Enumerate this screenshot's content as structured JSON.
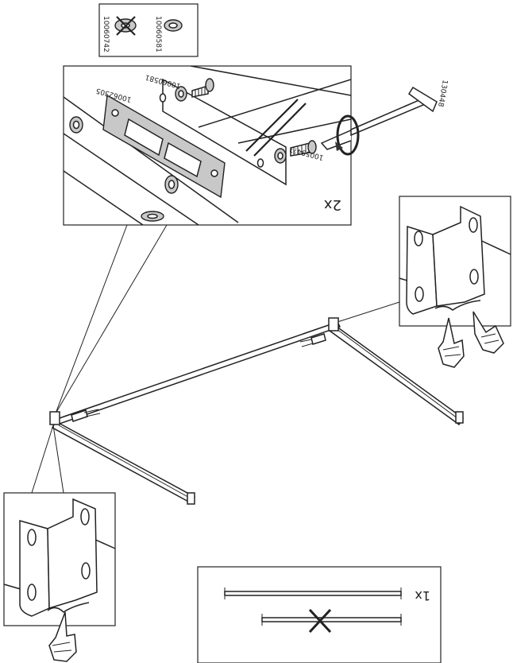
{
  "parts": {
    "wrong_washer_code": "10060742",
    "correct_washer_code": "10060581"
  },
  "detail": {
    "plate_code": "10062305",
    "washer_code": "10060581",
    "screw_code": "100594??",
    "allen_key_code": "130448",
    "quantity": "2x"
  },
  "check": {
    "quantity": "1x"
  },
  "icons": {
    "no_symbol": "cross-out-icon",
    "hand": "hand-pointing-icon",
    "rotate": "rotate-arrow-icon"
  }
}
